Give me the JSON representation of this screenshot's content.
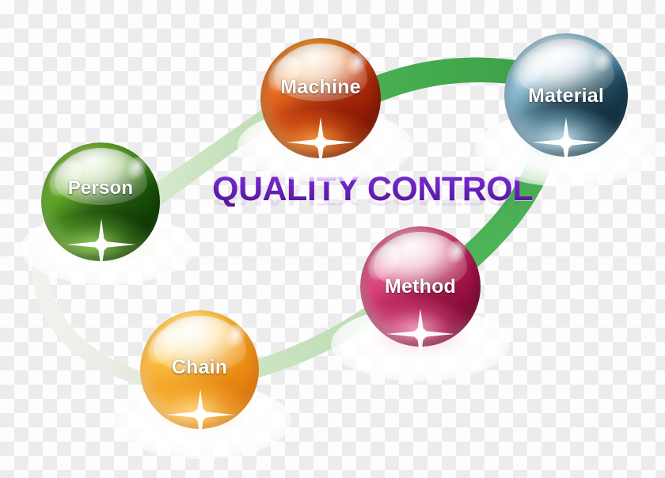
{
  "diagram": {
    "title": "QUALITY CONTROL",
    "title_color": "#6a21bd",
    "type": "circular-process-loop",
    "background": "transparency-checkerboard",
    "ribbon": {
      "name": "green-loop-ribbon",
      "front_color": "#46a84f",
      "back_color": "#cfe3c8"
    },
    "nodes": [
      {
        "id": "machine",
        "label": "Machine",
        "color": "#e8601c",
        "color_dark": "#9b1d08",
        "color_light": "#f79b3a",
        "order": 1
      },
      {
        "id": "material",
        "label": "Material",
        "color": "#89c4dc",
        "color_dark": "#0f3a4c",
        "color_light": "#d6edf7",
        "order": 2
      },
      {
        "id": "method",
        "label": "Method",
        "color": "#d8276b",
        "color_dark": "#8c0f3d",
        "color_light": "#f58fb6",
        "order": 3
      },
      {
        "id": "chain",
        "label": "Chain",
        "color": "#f59a19",
        "color_dark": "#d06d06",
        "color_light": "#ffe07a",
        "order": 4
      },
      {
        "id": "person",
        "label": "Person",
        "color": "#4e9c26",
        "color_dark": "#123d06",
        "color_light": "#a8d96a",
        "order": 5
      }
    ]
  }
}
